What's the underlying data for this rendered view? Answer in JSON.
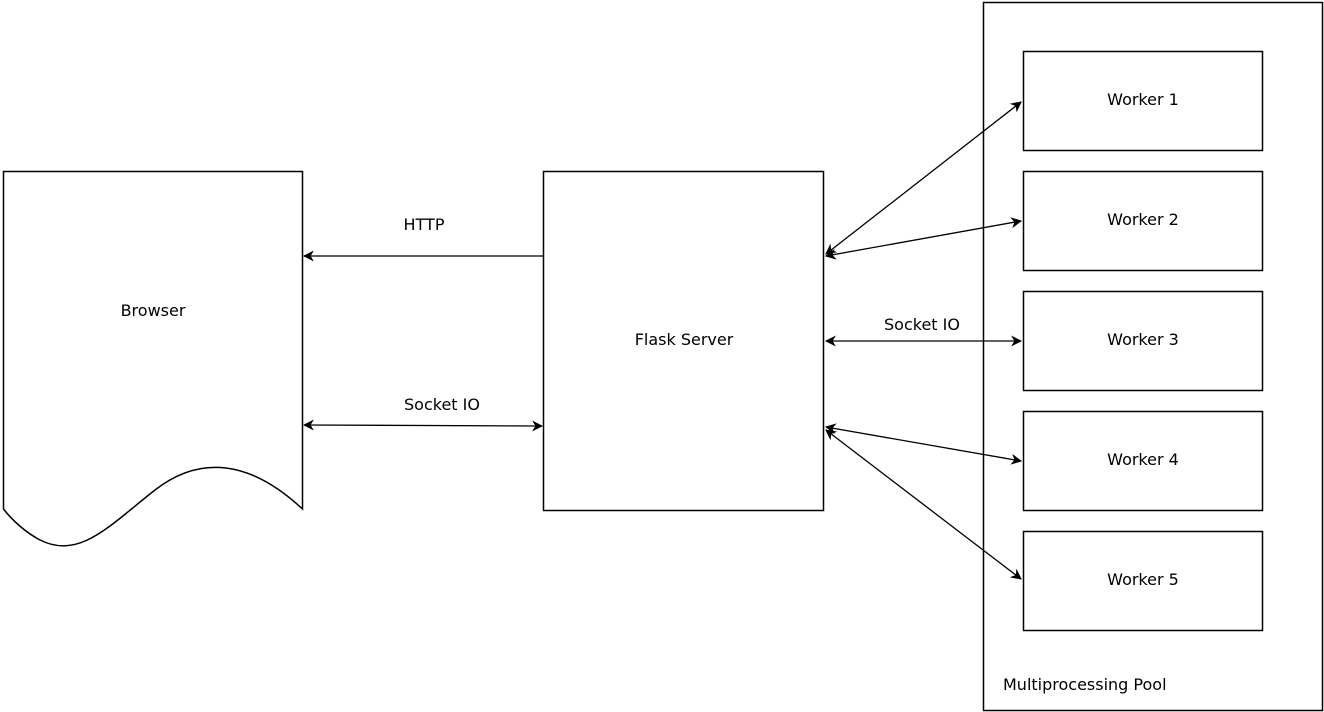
{
  "nodes": {
    "browser": {
      "label": "Browser"
    },
    "flask": {
      "label": "Flask Server"
    },
    "pool": {
      "label": "Multiprocessing Pool"
    },
    "workers": [
      {
        "label": "Worker 1"
      },
      {
        "label": "Worker 2"
      },
      {
        "label": "Worker 3"
      },
      {
        "label": "Worker 4"
      },
      {
        "label": "Worker 5"
      }
    ]
  },
  "edges": {
    "http": {
      "label": "HTTP",
      "from": "Flask Server",
      "to": "Browser"
    },
    "browser_socket": {
      "label": "Socket IO",
      "from": "Browser",
      "to": "Flask Server",
      "bidirectional": true
    },
    "worker_socket": {
      "label": "Socket IO",
      "from": "Flask Server",
      "to": "Worker 3",
      "bidirectional": true
    }
  },
  "colors": {
    "stroke": "#000000",
    "background": "#ffffff"
  }
}
